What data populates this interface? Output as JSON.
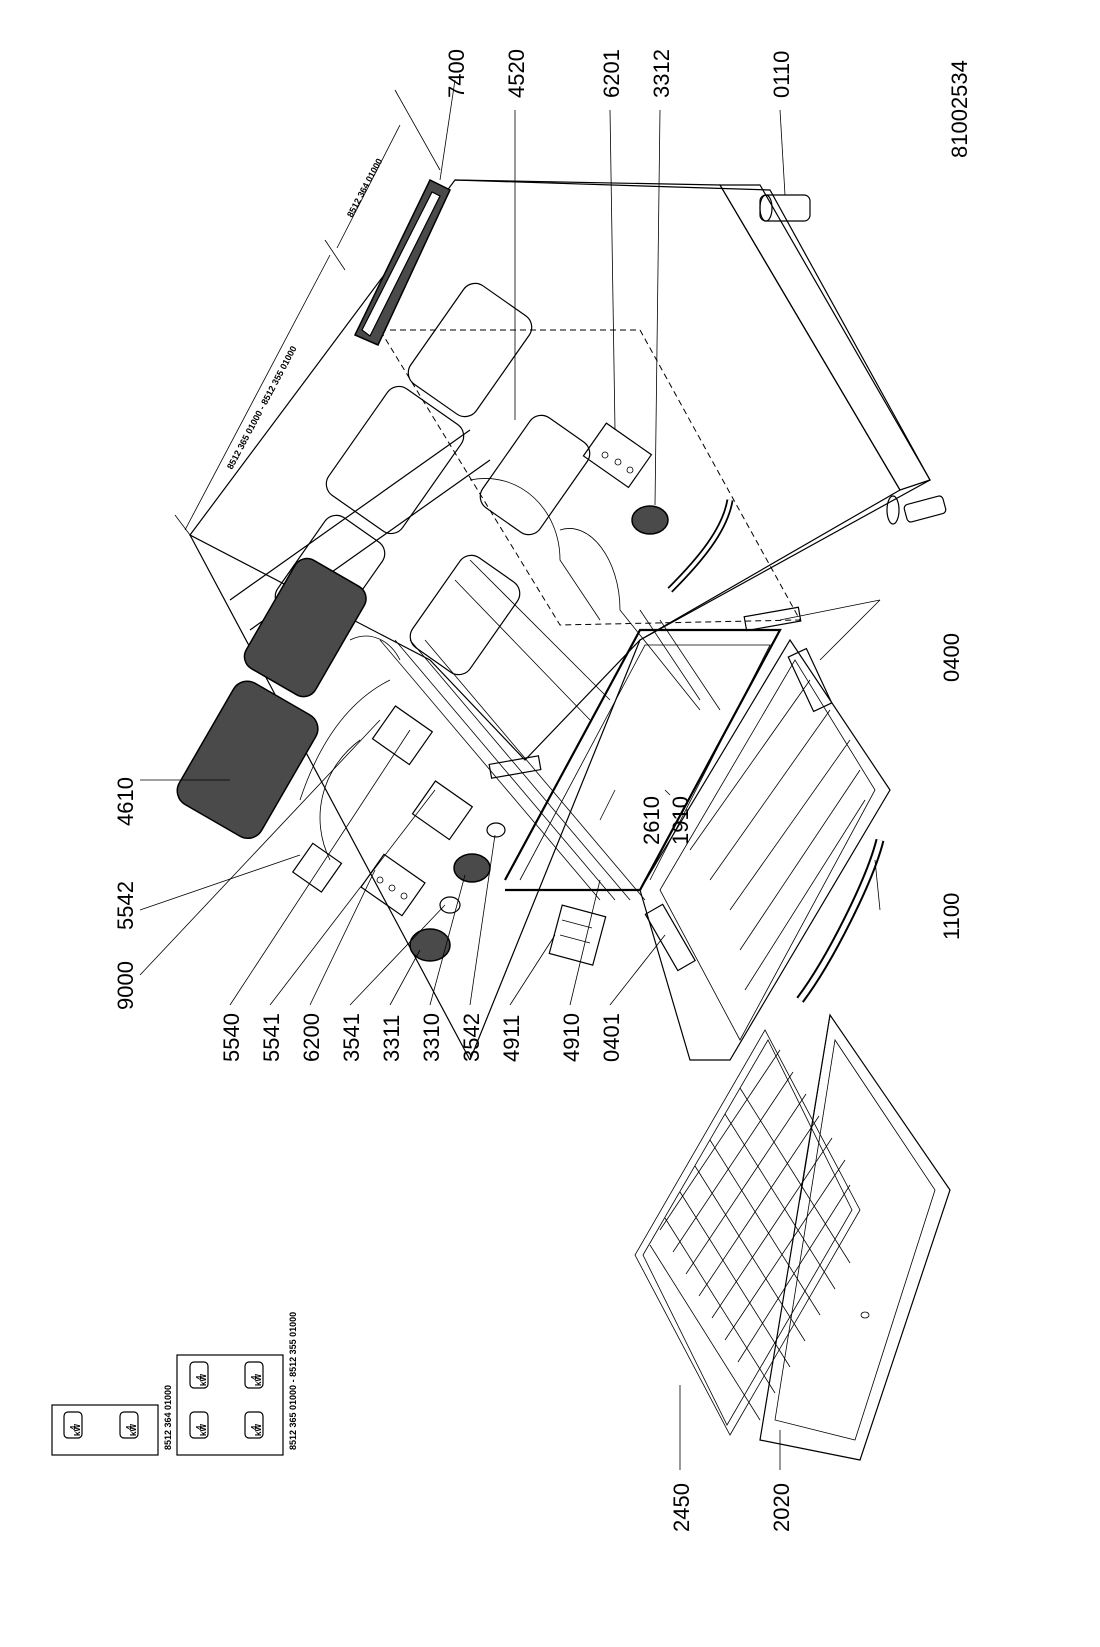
{
  "drawing_number": "81002534",
  "part_labels": {
    "p7400": "7400",
    "p4520": "4520",
    "p6201": "6201",
    "p3312": "3312",
    "p0110": "0110",
    "p0400": "0400",
    "p1100": "1100",
    "p4610": "4610",
    "p5542": "5542",
    "p9000": "9000",
    "p5540": "5540",
    "p5541": "5541",
    "p6200": "6200",
    "p3541": "3541",
    "p3311": "3311",
    "p3310": "3310",
    "p3542": "3542",
    "p4911": "4911",
    "p4910": "4910",
    "p0401": "0401",
    "p2610": "2610",
    "p1910": "1910",
    "p2450": "2450",
    "p2020": "2020"
  },
  "dimensions": {
    "width_combo": "8512 365 01000 - 8512 355 01000",
    "width_single": "8512 364 01000"
  },
  "legend": {
    "box1_caption": "8512 364 01000",
    "box2_caption": "8512 365 01000 - 8512 355 01000",
    "zone_value": "4",
    "zone_unit": "kW"
  }
}
